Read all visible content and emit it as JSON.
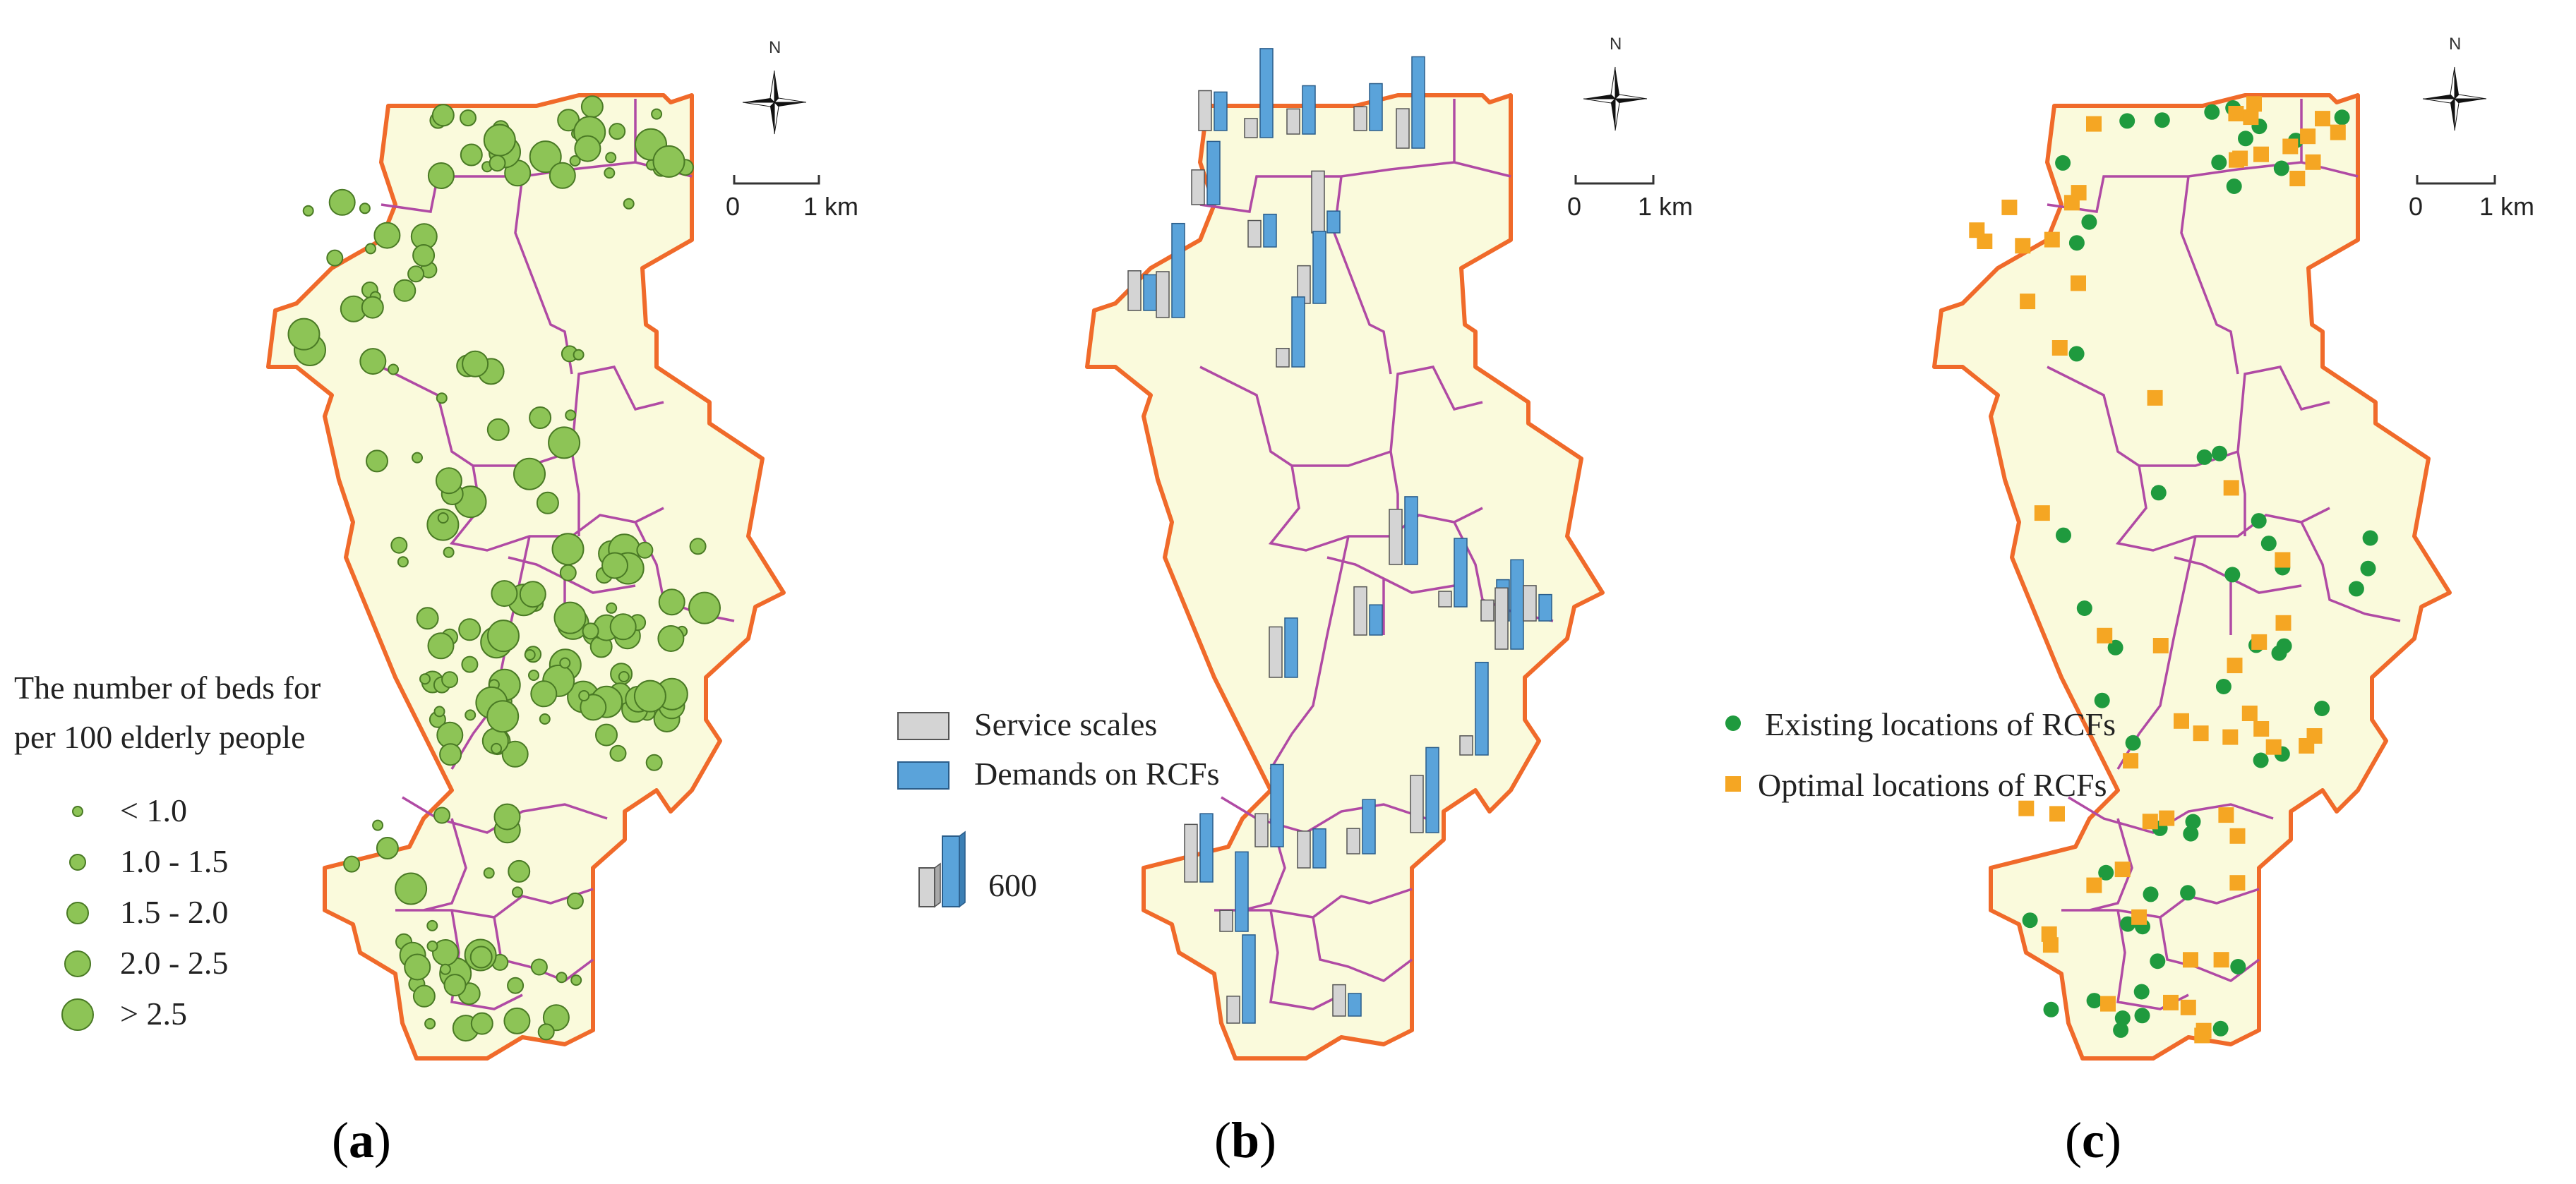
{
  "panels": [
    {
      "caption": "a",
      "north_label": "N",
      "scale": {
        "start": "0",
        "end": "1 km"
      },
      "legend": {
        "title_line1": "The number of beds for",
        "title_line2": "per 100 elderly people",
        "classes": [
          "< 1.0",
          "1.0 - 1.5",
          "1.5 - 2.0",
          "2.0 - 2.5",
          "> 2.5"
        ],
        "symbol_color": "#8dc456"
      }
    },
    {
      "caption": "b",
      "north_label": "N",
      "scale": {
        "start": "0",
        "end": "1 km"
      },
      "legend": {
        "items": [
          {
            "label": "Service scales",
            "color": "#d4d4d4"
          },
          {
            "label": "Demands on RCFs",
            "color": "#5aa3da"
          }
        ],
        "reference_value": "600"
      }
    },
    {
      "caption": "c",
      "north_label": "N",
      "scale": {
        "start": "0",
        "end": "1 km"
      },
      "legend": {
        "items": [
          {
            "label": "Existing locations of RCFs",
            "symbol": "circle",
            "color": "#1f9a3e"
          },
          {
            "label": "Optimal locations of RCFs",
            "symbol": "square",
            "color": "#f5a623"
          }
        ]
      }
    }
  ]
}
